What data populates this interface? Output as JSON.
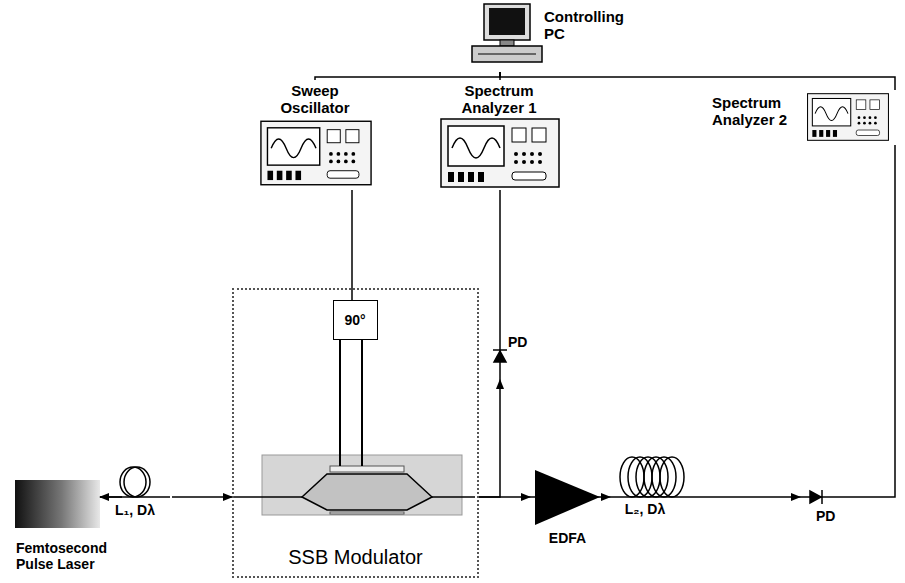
{
  "diagram": {
    "nodes": [
      {
        "text": [
          "Controlling PC"
        ]
      },
      {
        "text": [
          "Sweep Oscillator"
        ]
      },
      {
        "text": [
          "Spectrum Analyzer 1"
        ]
      },
      {
        "text": [
          "Spectrum Analyzer 2"
        ]
      },
      {
        "text": [
          "Femtosecond Pulse Laser"
        ]
      },
      {
        "text": [
          "L₁, Dλ"
        ]
      },
      {
        "text": [
          "SSB Modulator"
        ]
      },
      {
        "text": [
          "90°"
        ],
        "in": 6
      },
      {
        "text": [
          "PD"
        ]
      },
      {
        "text": [
          "EDFA"
        ]
      },
      {
        "text": [
          "L₂, Dλ"
        ]
      },
      {
        "text": [
          "PD"
        ]
      }
    ],
    "edges": [
      {
        "from": 4,
        "to": 5,
        "arrow": "to"
      },
      {
        "from": 5,
        "to": 6,
        "arrow": "to"
      },
      {
        "from": 6,
        "to": 8,
        "arrow": "to"
      },
      {
        "from": 6,
        "to": 9,
        "arrow": "to"
      },
      {
        "from": 9,
        "to": 10,
        "arrow": "to"
      },
      {
        "from": 10,
        "to": 11,
        "arrow": "to"
      },
      {
        "from": 8,
        "to": 2,
        "arrow": "none"
      },
      {
        "from": 11,
        "to": 3,
        "arrow": "none"
      },
      {
        "from": 1,
        "to": 7,
        "arrow": "none"
      },
      {
        "from": 0,
        "to": 1,
        "arrow": "none"
      },
      {
        "from": 0,
        "to": 2,
        "arrow": "none"
      },
      {
        "from": 0,
        "to": 3,
        "arrow": "none"
      }
    ]
  }
}
